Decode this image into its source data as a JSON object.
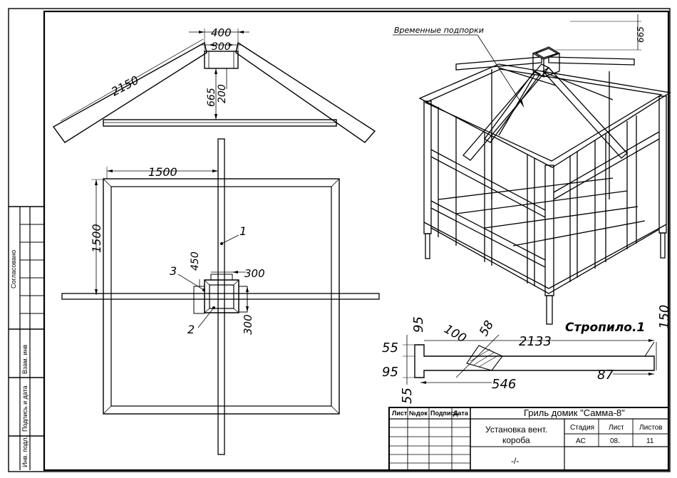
{
  "side_stamp": {
    "agreed": "Согласовано",
    "inv_replace": "Взам. инв",
    "sign_date": "Подпись и дата",
    "inv_orig": "Инв. подл."
  },
  "roof_elevation": {
    "dim_top": "400",
    "dim_inner": "300",
    "dim_rafter": "2150",
    "dim_height": "665",
    "dim_box": "200"
  },
  "plan_view": {
    "dim_width": "1500",
    "dim_height": "1500",
    "dim_box_v": "450",
    "dim_box_h_top": "300",
    "dim_box_h_right": "300",
    "callout_1": "1",
    "callout_2": "2",
    "callout_3": "3"
  },
  "isometric": {
    "supports_label": "Временные подпорки",
    "dim_665": "665"
  },
  "rafter_detail": {
    "title": "Стропило.1",
    "d_95_top": "95",
    "d_58": "58",
    "d_100": "100",
    "d_2133": "2133",
    "d_150": "150",
    "d_55_top": "55",
    "d_95_left": "95",
    "d_55_bottom": "55",
    "d_546": "546",
    "d_87": "87"
  },
  "title_block": {
    "col_sheet": "Лист",
    "col_doc": "№док",
    "col_sign": "Подпись",
    "col_date": "Дата",
    "project": "Гриль домик \"Самма-8\"",
    "drawing_name_l1": "Установка вент.",
    "drawing_name_l2": "короба",
    "stage_h": "Стадия",
    "sheet_h": "Лист",
    "sheets_h": "Листов",
    "stage": "АС",
    "sheet": "08.",
    "sheets": "11",
    "code": "-/-"
  }
}
